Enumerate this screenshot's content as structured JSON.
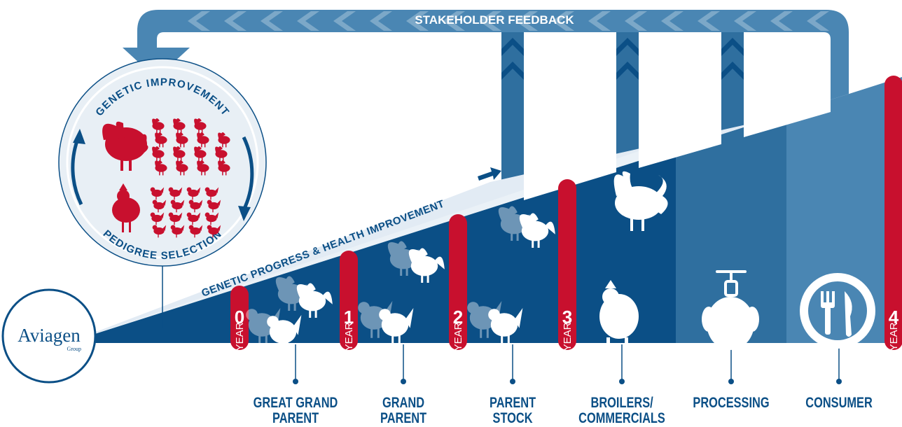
{
  "banner": {
    "feedback_label": "STAKEHOLDER FEEDBACK",
    "progress_label": "GENETIC PROGRESS & HEALTH IMPROVEMENT"
  },
  "circle": {
    "top_label": "GENETIC IMPROVEMENT",
    "bottom_label": "PEDIGREE SELECTION"
  },
  "logo": {
    "name": "Aviagen",
    "sub": "Group"
  },
  "years": [
    {
      "number": "0",
      "word": "YEAR"
    },
    {
      "number": "1",
      "word": "YEAR"
    },
    {
      "number": "2",
      "word": "YEAR"
    },
    {
      "number": "3",
      "word": "YEAR"
    },
    {
      "number": "4",
      "word": "YEAR"
    }
  ],
  "stages": [
    {
      "line1": "GREAT GRAND",
      "line2": "PARENT"
    },
    {
      "line1": "GRAND",
      "line2": "PARENT"
    },
    {
      "line1": "PARENT",
      "line2": "STOCK"
    },
    {
      "line1": "BROILERS/",
      "line2": "COMMERCIALS"
    },
    {
      "line1": "PROCESSING",
      "line2": ""
    },
    {
      "line1": "CONSUMER",
      "line2": ""
    }
  ],
  "icons": [
    "turkey-icon",
    "chicken-icon",
    "hen-icon",
    "processed-bird-icon",
    "fork-knife-plate-icon",
    "left-chevron-icon"
  ],
  "colors": {
    "navy": "#0b4f86",
    "mid_blue": "#2f6f9f",
    "light_blue": "#4a86b3",
    "band_light": "#e2ebf4",
    "red": "#c8102e",
    "circle_fill": "#e8eff5"
  }
}
